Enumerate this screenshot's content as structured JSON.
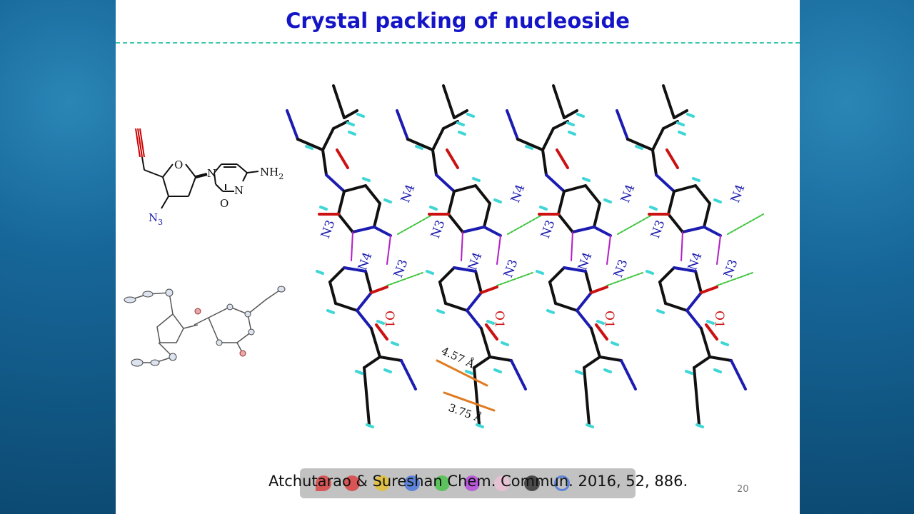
{
  "slide": {
    "title": "Crystal packing of nucleoside",
    "page_number": "20",
    "citation": "Atchutarao & Sureshan Chem. Commun. 2016, 52, 886."
  },
  "structure": {
    "nh2_label": "NH",
    "nh2_sub": "2",
    "n_label": "N",
    "o_label": "O",
    "n3_label": "N",
    "n3_sub": "3"
  },
  "packing": {
    "atom_labels": [
      "N4",
      "N3",
      "N4",
      "N3",
      "O1"
    ],
    "distance_1": "4.57 Å",
    "distance_2": "3.75 Å"
  },
  "colors": {
    "title": "#1515c8",
    "divider": "#3cc7a8",
    "carbon": "#111111",
    "nitrogen": "#1c1cb0",
    "oxygen": "#cc1111",
    "hydrogen": "#3fd6d6",
    "hbond": "#3cc43c",
    "contact": "#e07a20",
    "magenta_bond": "#b21fc6"
  },
  "toolbar_icons": [
    "red-pin-icon",
    "red-dot-icon",
    "yellow-dot-icon",
    "blue-dot-icon",
    "green-dot-icon",
    "purple-dot-icon",
    "pink-dot-icon",
    "black-dot-icon",
    "blue-circle-icon"
  ]
}
